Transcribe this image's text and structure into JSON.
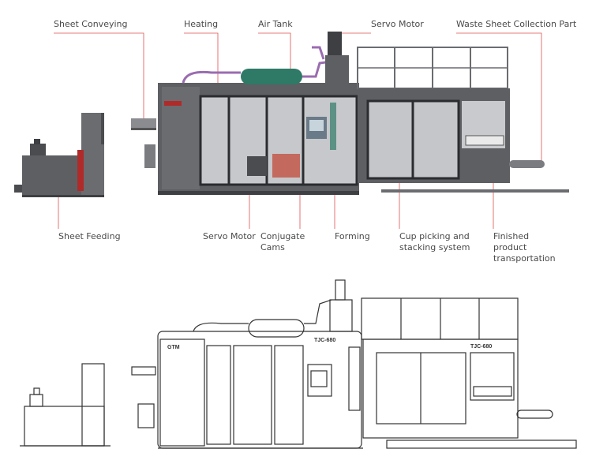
{
  "labels_top": {
    "sheet_conveying": "Sheet Conveying",
    "heating": "Heating",
    "air_tank": "Air Tank",
    "servo_motor_top": "Servo Motor",
    "waste_sheet": "Waste Sheet Collection Part"
  },
  "labels_bottom": {
    "sheet_feeding": "Sheet Feeding",
    "servo_motor_bottom": "Servo Motor",
    "conjugate_cams": "Conjugate Cams",
    "forming": "Forming",
    "cup_picking": "Cup picking and stacking system",
    "finished_product": "Finished product transportation"
  },
  "machine_plate_text": "TJC-680",
  "brand_mark": "GTM",
  "colors": {
    "label_text": "#4a4a4a",
    "leader_line": "#e05050",
    "machine_body": "#5d5f63",
    "machine_dark": "#3d3f43",
    "accent_red": "#b02a2a",
    "air_tank": "#2f7a66",
    "pipe_purple": "#9a6cb0",
    "line_drawing": "#333333"
  }
}
